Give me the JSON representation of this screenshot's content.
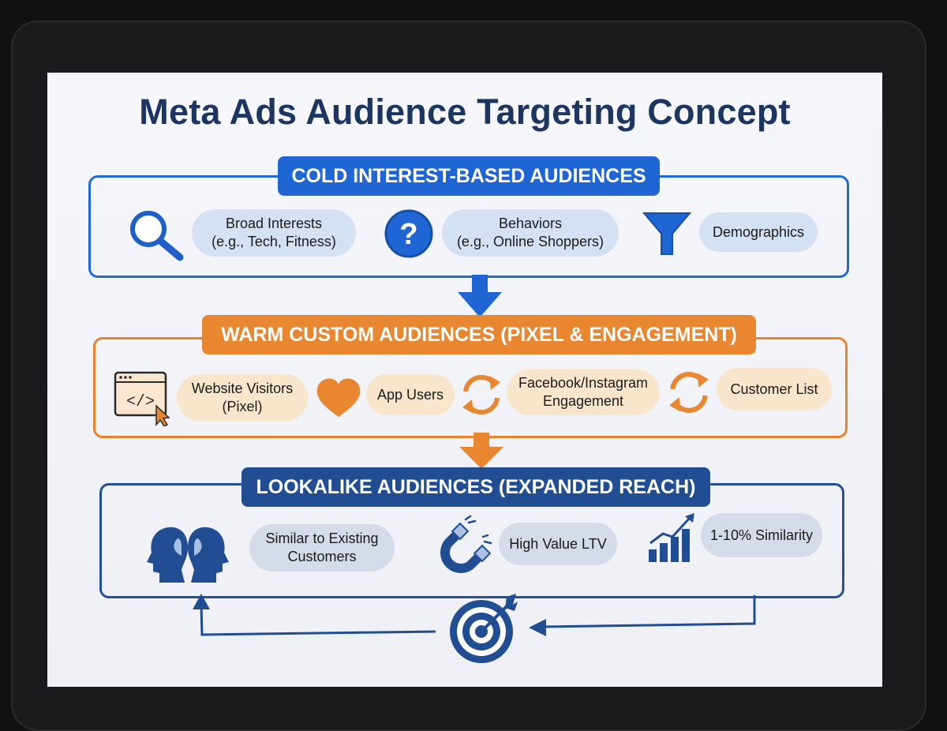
{
  "title": "Meta Ads Audience Targeting Concept",
  "colors": {
    "cold": "#1f66d4",
    "warm": "#e98630",
    "lookalike": "#214d93",
    "title": "#1c3661"
  },
  "cold": {
    "heading": "COLD INTEREST-BASED AUDIENCES",
    "items": [
      {
        "icon": "magnifier-icon",
        "line1": "Broad Interests",
        "line2": "(e.g., Tech, Fitness)"
      },
      {
        "icon": "question-icon",
        "line1": "Behaviors",
        "line2": "(e.g., Online Shoppers)"
      },
      {
        "icon": "funnel-icon",
        "line1": "Demographics",
        "line2": ""
      }
    ]
  },
  "warm": {
    "heading": "WARM CUSTOM AUDIENCES (PIXEL & ENGAGEMENT)",
    "items": [
      {
        "icon": "code-window-icon",
        "line1": "Website Visitors",
        "line2": "(Pixel)"
      },
      {
        "icon": "heart-icon",
        "line1": "App Users",
        "line2": ""
      },
      {
        "icon": "refresh-icon",
        "line1": "Facebook/Instagram",
        "line2": "Engagement"
      },
      {
        "icon": "refresh-icon",
        "line1": "Customer List",
        "line2": ""
      }
    ]
  },
  "lookalike": {
    "heading": "LOOKALIKE AUDIENCES (EXPANDED REACH)",
    "items": [
      {
        "icon": "heads-icon",
        "line1": "Similar to Existing",
        "line2": "Customers"
      },
      {
        "icon": "magnet-icon",
        "line1": "High Value LTV",
        "line2": ""
      },
      {
        "icon": "growth-chart-icon",
        "line1": "1-10% Similarity",
        "line2": ""
      }
    ]
  },
  "loop": {
    "icon": "target-icon"
  }
}
